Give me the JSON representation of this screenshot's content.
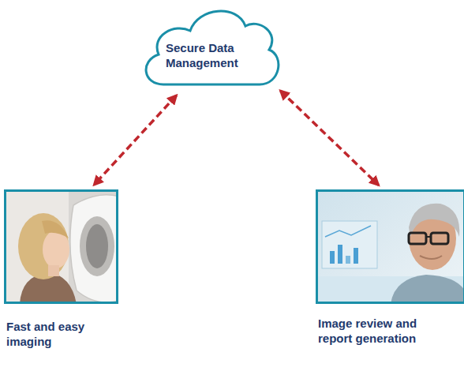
{
  "diagram": {
    "nodes": [
      {
        "text": [
          "Secure Data Management"
        ]
      },
      {
        "text": [
          "Fast and easy imaging"
        ]
      },
      {
        "text": [
          "Image review and report generation"
        ]
      }
    ],
    "edges": [
      {
        "from": 0,
        "to": 1,
        "arrow": "both"
      },
      {
        "from": 0,
        "to": 2,
        "arrow": "both"
      }
    ]
  }
}
